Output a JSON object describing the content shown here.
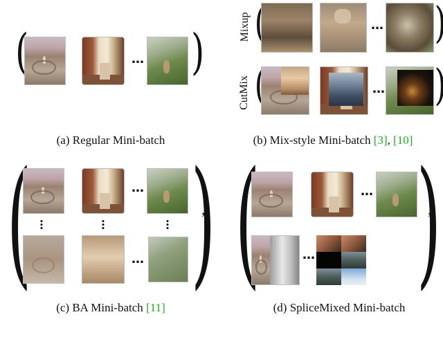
{
  "panels": {
    "a": {
      "caption": "(a)  Regular Mini-batch"
    },
    "b": {
      "caption_prefix": "(b)  Mix-style Mini-batch ",
      "ref1": "[3]",
      "sep": ", ",
      "ref2": "[10]",
      "row1_label": "Mixup",
      "row2_label": "CutMix"
    },
    "c": {
      "caption_prefix": "(c)  BA Mini-batch ",
      "ref": "[11]"
    },
    "d": {
      "caption": "(d)  SpliceMixed Mini-batch"
    }
  },
  "symbols": {
    "ellipsis": "…",
    "comma": ",",
    "paren_open": "(",
    "paren_close": ")"
  },
  "colors": {
    "reference_link": "#1fae1f",
    "text": "#111111"
  }
}
